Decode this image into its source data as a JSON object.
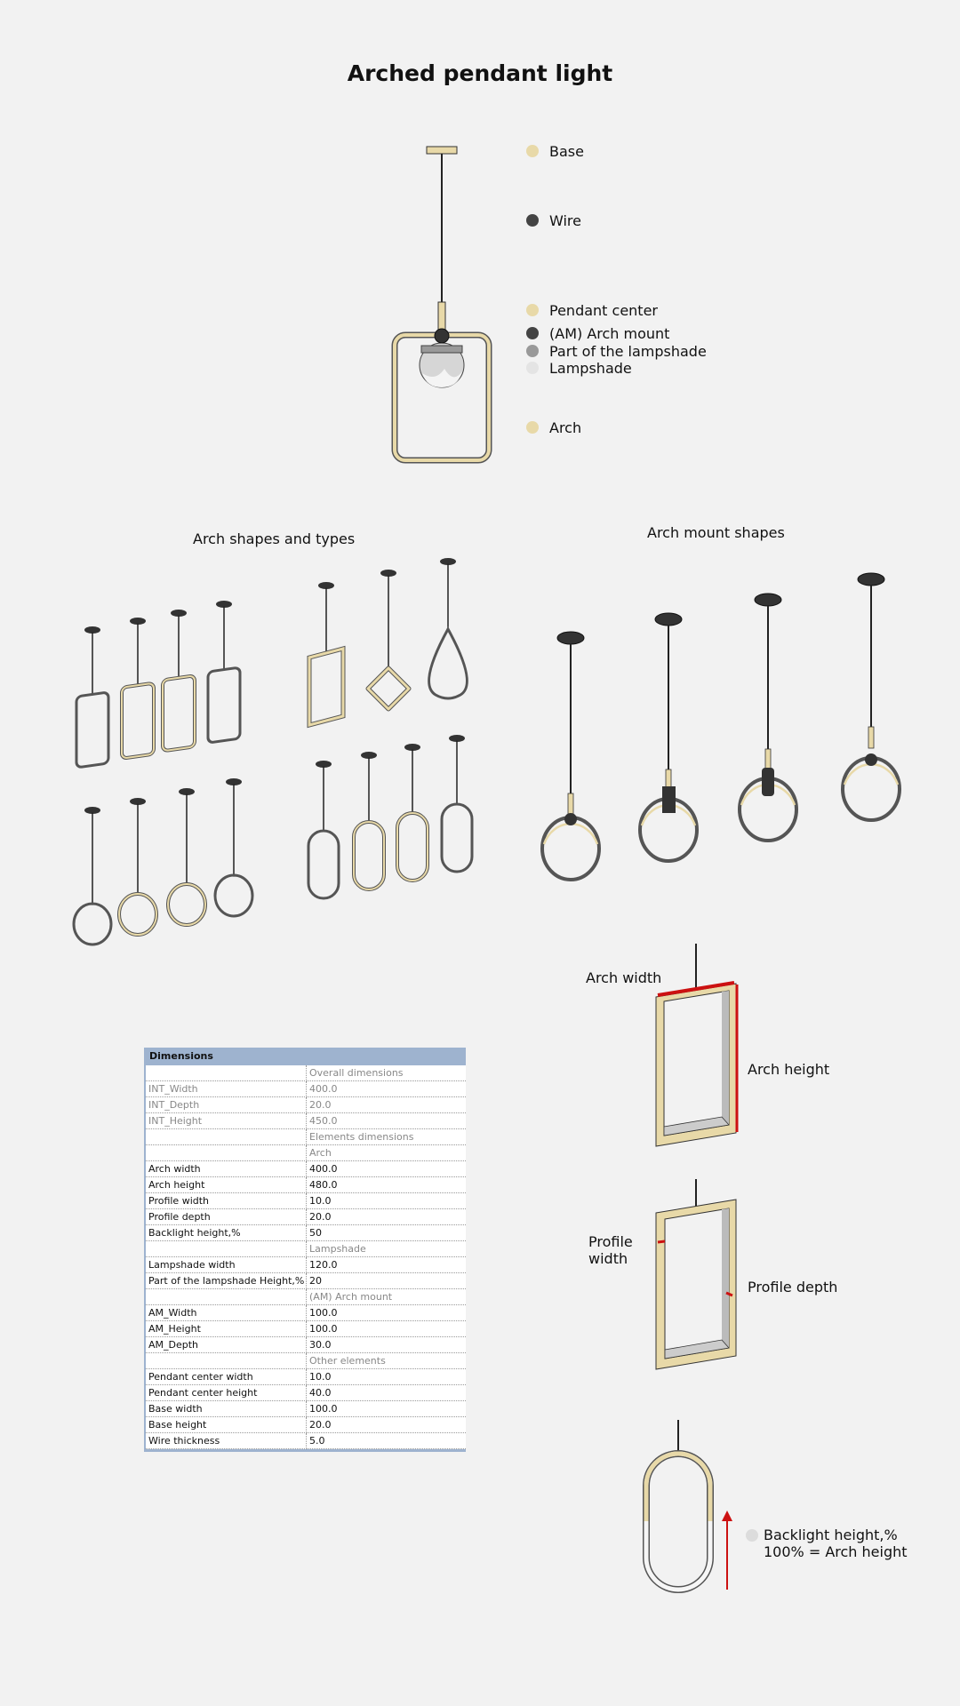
{
  "title": "Arched pendant light",
  "legend": [
    {
      "label": "Base",
      "color": "#e8d9a8"
    },
    {
      "label": "Wire",
      "color": "#444444"
    },
    {
      "label": "Pendant center",
      "color": "#e8d9a8"
    },
    {
      "label": "(AM) Arch mount",
      "color": "#444444"
    },
    {
      "label": "Part of the lampshade",
      "color": "#999999"
    },
    {
      "label": "Lampshade",
      "color": "#e4e4e4"
    },
    {
      "label": "Arch",
      "color": "#e8d9a8"
    }
  ],
  "sections": {
    "arch_shapes": "Arch shapes and types",
    "arch_mount_shapes": "Arch mount shapes"
  },
  "labels": {
    "arch_width": "Arch width",
    "arch_height": "Arch height",
    "profile_width_1": "Profile",
    "profile_width_2": "width",
    "profile_depth": "Profile depth",
    "backlight_1": "Backlight height,%",
    "backlight_2": "100% = Arch height"
  },
  "table": {
    "header": "Dimensions",
    "rows": [
      {
        "k": "",
        "v": "Overall dimensions",
        "type": "sec"
      },
      {
        "k": "INT_Width",
        "v": "400.0",
        "type": "grey"
      },
      {
        "k": "INT_Depth",
        "v": "20.0",
        "type": "grey"
      },
      {
        "k": "INT_Height",
        "v": "450.0",
        "type": "grey"
      },
      {
        "k": "",
        "v": "Elements dimensions",
        "type": "sec"
      },
      {
        "k": "",
        "v": "Arch",
        "type": "sec"
      },
      {
        "k": "Arch width",
        "v": "400.0",
        "type": "val"
      },
      {
        "k": "Arch height",
        "v": "480.0",
        "type": "val"
      },
      {
        "k": "Profile width",
        "v": "10.0",
        "type": "val"
      },
      {
        "k": "Profile depth",
        "v": "20.0",
        "type": "val"
      },
      {
        "k": "Backlight height,%",
        "v": "50",
        "type": "val"
      },
      {
        "k": "",
        "v": "Lampshade",
        "type": "sec"
      },
      {
        "k": "Lampshade width",
        "v": "120.0",
        "type": "val"
      },
      {
        "k": "Part of the lampshade Height,%",
        "v": "20",
        "type": "val"
      },
      {
        "k": "",
        "v": "(AM) Arch mount",
        "type": "sec"
      },
      {
        "k": "AM_Width",
        "v": "100.0",
        "type": "val"
      },
      {
        "k": "AM_Height",
        "v": "100.0",
        "type": "val"
      },
      {
        "k": "AM_Depth",
        "v": "30.0",
        "type": "val"
      },
      {
        "k": "",
        "v": "Other elements",
        "type": "sec"
      },
      {
        "k": "Pendant center width",
        "v": "10.0",
        "type": "val"
      },
      {
        "k": "Pendant center height",
        "v": "40.0",
        "type": "val"
      },
      {
        "k": "Base width",
        "v": "100.0",
        "type": "val"
      },
      {
        "k": "Base height",
        "v": "20.0",
        "type": "val"
      },
      {
        "k": "Wire thickness",
        "v": "5.0",
        "type": "val"
      }
    ]
  },
  "colors": {
    "brass": "#e8d9a8",
    "dark": "#333333",
    "accent_red": "#cc1111",
    "table_header": "#9eb3cf"
  }
}
